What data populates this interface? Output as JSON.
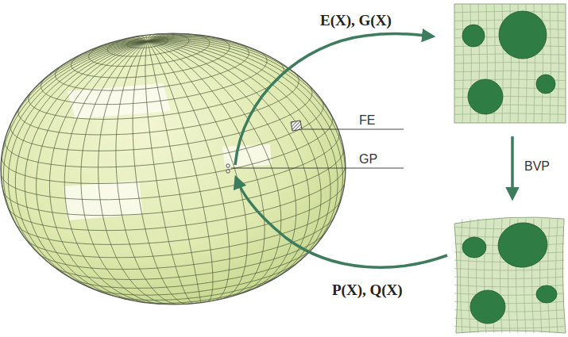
{
  "diagram": {
    "labels": [
      "E(X), G(X)",
      "FE",
      "GP",
      "BVP",
      "P(X), Q(X)"
    ]
  }
}
